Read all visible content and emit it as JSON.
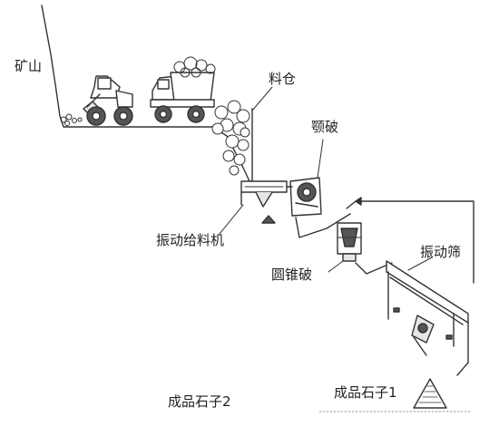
{
  "labels": {
    "mine": "矿山",
    "hopper": "料仓",
    "jaw_crusher": "颚破",
    "vibrating_feeder": "振动给料机",
    "cone_crusher": "圆锥破",
    "vibrating_screen": "振动筛",
    "product_2": "成品石子2",
    "product_1": "成品石子1"
  },
  "colors": {
    "line": "#333333",
    "fill_light": "#e6e6e6",
    "fill_dark": "#555555"
  }
}
